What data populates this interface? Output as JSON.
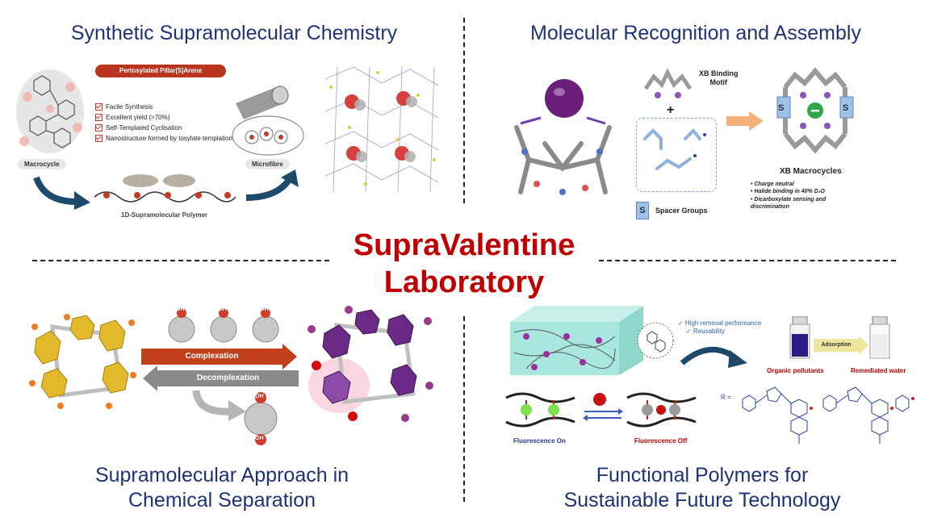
{
  "main_title": {
    "line1": "SupraValentine",
    "line2": "Laboratory"
  },
  "quadrants": {
    "top_left": {
      "title": "Synthetic Supramolecular Chemistry",
      "ribbon": "Pertosylated Pillar[5]Arene",
      "checklist": [
        "Facile Synthesis",
        "Excellent yield (>70%)",
        "Self-Templated Cyclisation",
        "Nanostructure formed by tosylate templation"
      ],
      "macrocycle_label": "Macrocycle",
      "microfibre_label": "Microfibre",
      "polymer_label": "1D-Supramolecular Polymer"
    },
    "top_right": {
      "title": "Molecular Recognition and Assembly",
      "xb_motif_label": [
        "XB Binding",
        "Motif"
      ],
      "plus": "+",
      "spacer_label": "Spacer Groups",
      "spacer_symbol": "S",
      "macrocycles_label": "XB Macrocycles",
      "bullets": [
        "Charge neutral",
        "Halide binding in 40% D₂O",
        "Dicarboxylate sensing and discrimination"
      ]
    },
    "bottom_left": {
      "title_line1": "Supramolecular Approach in",
      "title_line2": "Chemical Separation",
      "complexation": "Complexation",
      "decomplexation": "Decomplexation",
      "oh": "OH"
    },
    "bottom_right": {
      "title_line1": "Functional Polymers for",
      "title_line2": "Sustainable Future Technology",
      "features": [
        "✓ High removal performance",
        "✓ Reusability"
      ],
      "adsorption": "Adsorption",
      "organic_pollutants": "Organic pollutants",
      "remediated_water": "Remediated water",
      "fluorescence_on": "Fluorescence On",
      "fluorescence_off": "Fluorescence Off",
      "r_eq": "R ="
    }
  },
  "colors": {
    "title_blue": "#1f3275",
    "main_red": "#c00000",
    "accent_red": "#c3401c",
    "purple": "#6b2a86",
    "gold": "#e3b92c",
    "teal": "#9fe3dc"
  }
}
